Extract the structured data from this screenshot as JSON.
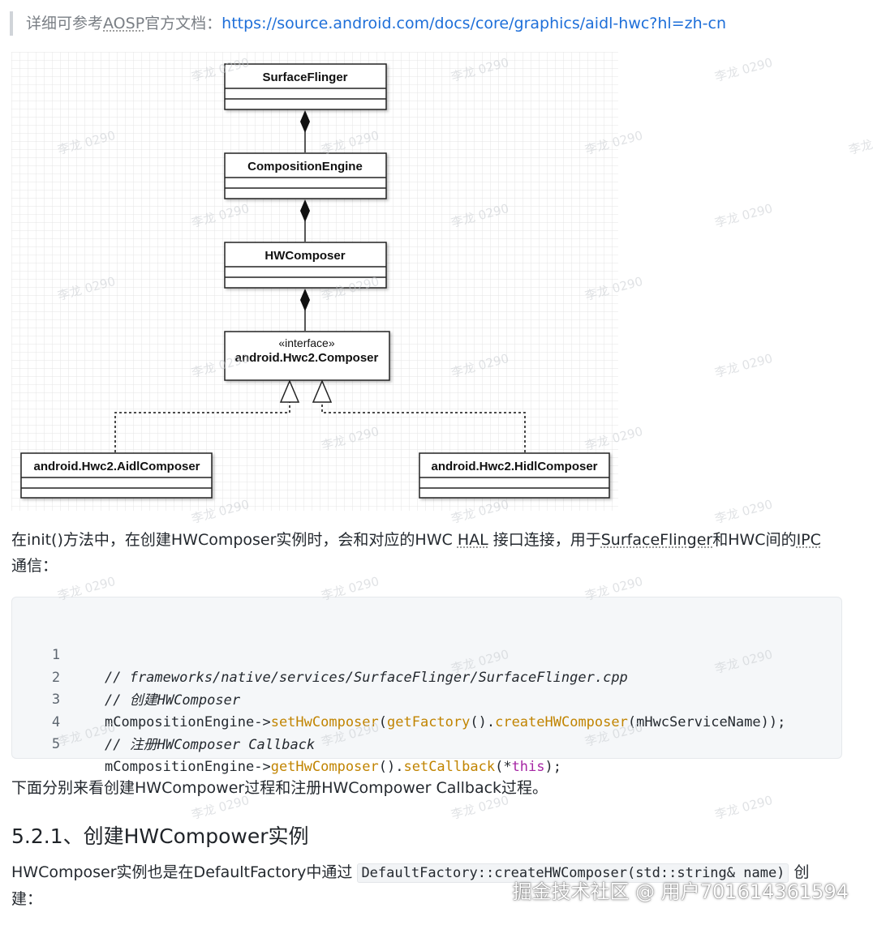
{
  "reference": {
    "prefix": "详细可参考",
    "aosp": "AOSP",
    "suffix": "官方文档：",
    "url": "https://source.android.com/docs/core/graphics/aidl-hwc?hl=zh-cn"
  },
  "diagram": {
    "surfaceflinger": "SurfaceFlinger",
    "composition_engine": "CompositionEngine",
    "hwcomposer": "HWComposer",
    "interface_stereotype": "«interface»",
    "interface_name": "android.Hwc2.Composer",
    "aidl_composer": "android.Hwc2.AidlComposer",
    "hidl_composer": "android.Hwc2.HidlComposer"
  },
  "paragraph1": {
    "a": "在init()方法中，在创建HWComposer实例时，会和对应的HWC ",
    "hal": "HAL",
    "b": " 接口连接，用于",
    "sf": "SurfaceFlinger",
    "c": "和HWC间的",
    "ipc": "IPC",
    "d": "通信："
  },
  "code": {
    "line_numbers": [
      "1",
      "2",
      "3",
      "4",
      "5"
    ],
    "l1": "// frameworks/native/services/SurfaceFlinger/SurfaceFlinger.cpp",
    "l2": "// 创建HWComposer",
    "l3_a": "mCompositionEngine->",
    "l3_b": "setHwComposer",
    "l3_c": "(",
    "l3_d": "getFactory",
    "l3_e": "().",
    "l3_f": "createHWComposer",
    "l3_g": "(mHwcServiceName));",
    "l4": "// 注册HWComposer Callback",
    "l5_a": "mCompositionEngine->",
    "l5_b": "getHwComposer",
    "l5_c": "().",
    "l5_d": "setCallback",
    "l5_e": "(*",
    "l5_f": "this",
    "l5_g": ");"
  },
  "paragraph2": "下面分别来看创建HWCompower过程和注册HWCompower Callback过程。",
  "heading": "5.2.1、创建HWCompower实例",
  "paragraph3": {
    "a": "HWComposer实例也是在DefaultFactory中通过 ",
    "code": "DefaultFactory::createHWComposer(std::string& name)",
    "b": " 创建："
  },
  "watermark_bottom": "掘金技术社区 @ 用户701614361594",
  "watermark_tile": "李龙 0290",
  "colors": {
    "link": "#1e6fd9",
    "code_comment": "#9aa3ac",
    "code_function": "#c18401",
    "code_keyword": "#a626a4",
    "code_background": "#f5f7f9"
  }
}
